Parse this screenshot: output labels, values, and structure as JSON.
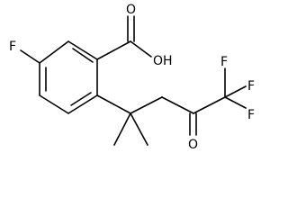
{
  "molecule": {
    "atoms": {
      "fluoro_left": "F",
      "carbonyl_oxygen_acid": "O",
      "hydroxyl": "OH",
      "fluoro_top": "F",
      "fluoro_right_upper": "F",
      "fluoro_right_lower": "F",
      "ketone_oxygen": "O"
    }
  }
}
